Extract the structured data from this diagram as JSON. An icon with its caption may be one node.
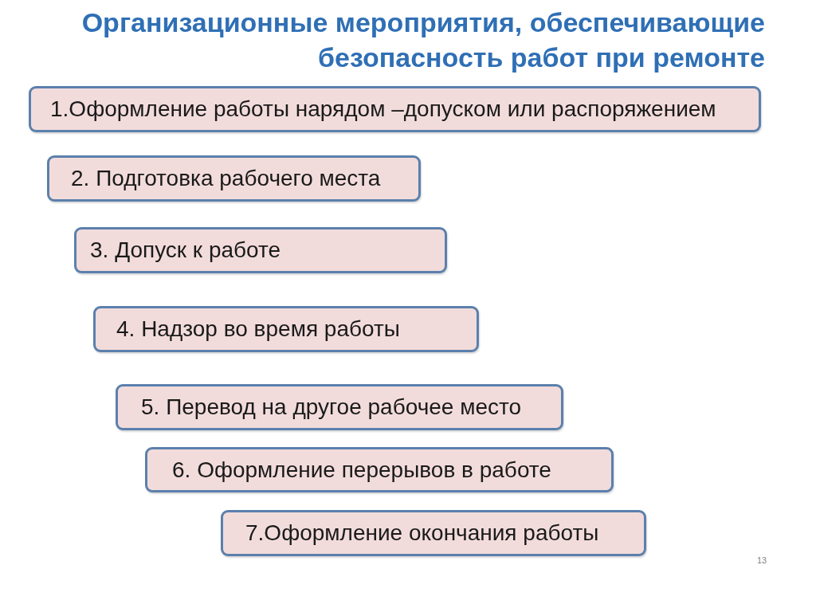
{
  "diagram": {
    "title": "Организационные мероприятия, обеспечивающие безопасность работ при ремонте",
    "nodes": [
      {
        "text": [
          "1.Оформление работы нарядом –допуском или распоряжением"
        ]
      },
      {
        "text": [
          "2. Подготовка рабочего места"
        ]
      },
      {
        "text": [
          "3. Допуск к работе"
        ]
      },
      {
        "text": [
          "4. Надзор во время работы"
        ]
      },
      {
        "text": [
          "5. Перевод на другое рабочее место"
        ]
      },
      {
        "text": [
          "6. Оформление перерывов в работе"
        ]
      },
      {
        "text": [
          "7.Оформление окончания работы"
        ]
      }
    ],
    "labels": [
      "13"
    ]
  }
}
